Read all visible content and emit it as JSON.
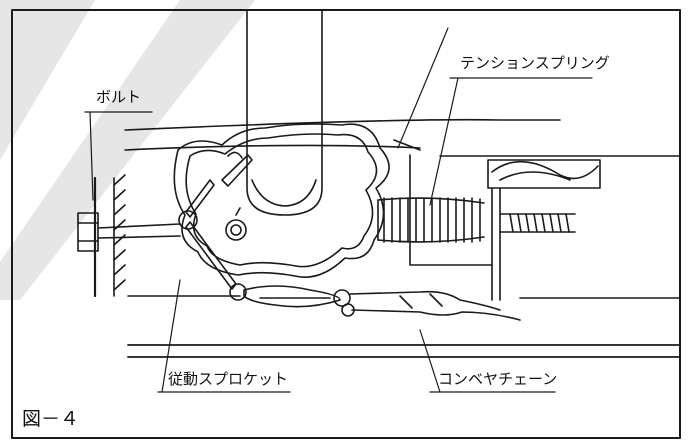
{
  "labels": {
    "bolt": "ボルト",
    "tension_spring": "テンションスプリング",
    "driven_sprocket": "従動スプロケット",
    "conveyor_chain": "コンベヤチェーン"
  },
  "figure_caption": "図－４",
  "colors": {
    "ink": "#1a1a1a",
    "watermark": "#e4e4e4",
    "paper": "#ffffff"
  }
}
